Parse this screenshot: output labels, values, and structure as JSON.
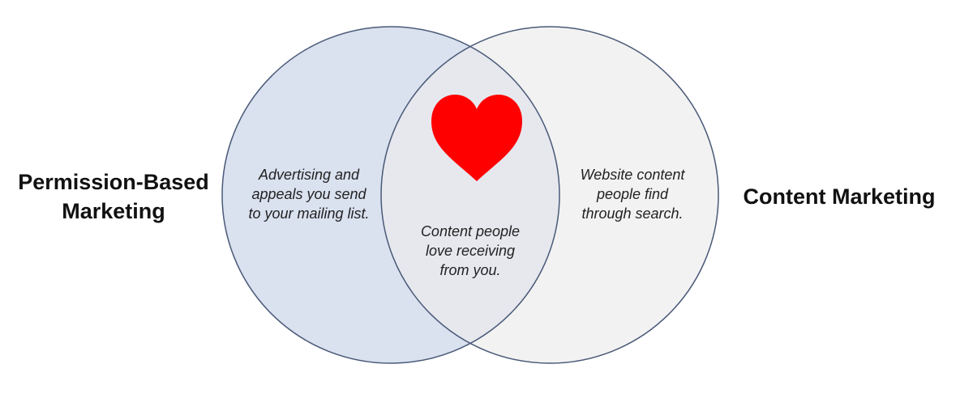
{
  "diagram": {
    "left_set": {
      "label_lines": [
        "Permission-Based",
        "Marketing"
      ],
      "description_lines": [
        "Advertising and",
        "appeals you send",
        "to your mailing list."
      ],
      "fill_color": "#dae1ef",
      "stroke_color": "#4a5a78"
    },
    "right_set": {
      "label_lines": [
        "Content Marketing"
      ],
      "description_lines": [
        "Website content",
        "people find",
        "through search."
      ],
      "fill_color": "#f2f2f2",
      "stroke_color": "#4a5a78"
    },
    "intersection": {
      "description_lines": [
        "Content people",
        "love receiving",
        "from you."
      ],
      "fill_color": "#e6e8ee",
      "icon": "heart-icon",
      "icon_color": "#ff0000"
    }
  }
}
